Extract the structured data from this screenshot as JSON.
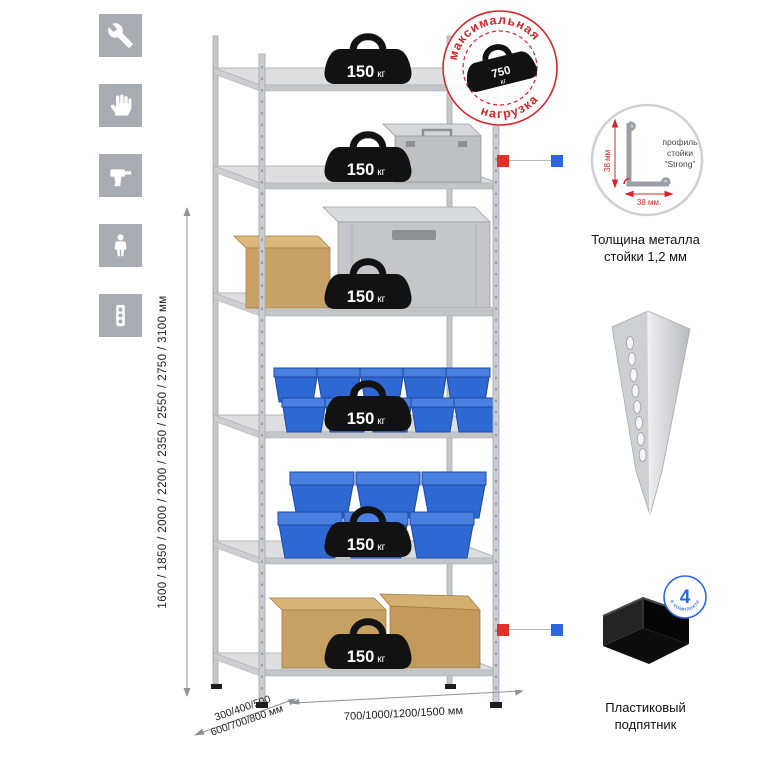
{
  "feature_icons": [
    {
      "name": "wrench-icon"
    },
    {
      "name": "gloves-icon"
    },
    {
      "name": "drill-icon"
    },
    {
      "name": "person-icon"
    },
    {
      "name": "power-strip-icon"
    }
  ],
  "dimensions": {
    "height_range": "1600 / 1850 / 2000 / 2200 / 2350 / 2550 / 2750 / 3100 мм",
    "depth_line1": "300/400/500",
    "depth_line2": "600/700/800 мм",
    "width_range": "700/1000/1200/1500 мм"
  },
  "rack": {
    "shelf_count": 6,
    "shelf_load_value": "150",
    "shelf_load_unit": "кг"
  },
  "stamp": {
    "arc_top": "максимальная",
    "arc_bottom": "нагрузка",
    "load_value": "750",
    "load_unit": "кг"
  },
  "profile_detail": {
    "label_line1": "профиль",
    "label_line2": "стойки",
    "label_line3": "“Strong”",
    "dim_vertical": "38 мм",
    "dim_horizontal": "38 мм.",
    "caption_line1": "Толщина металла",
    "caption_line2": "стойки 1,2 мм"
  },
  "foot_detail": {
    "badge_value": "4",
    "badge_text": "в комплекте",
    "caption_line1": "Пластиковый",
    "caption_line2": "подпятник"
  },
  "colors": {
    "accent_red": "#d9232a",
    "accent_blue": "#2b66e3",
    "bin_blue": "#2e68d2",
    "metal_gray": "#c9ccd0",
    "cardboard": "#c7a063"
  }
}
